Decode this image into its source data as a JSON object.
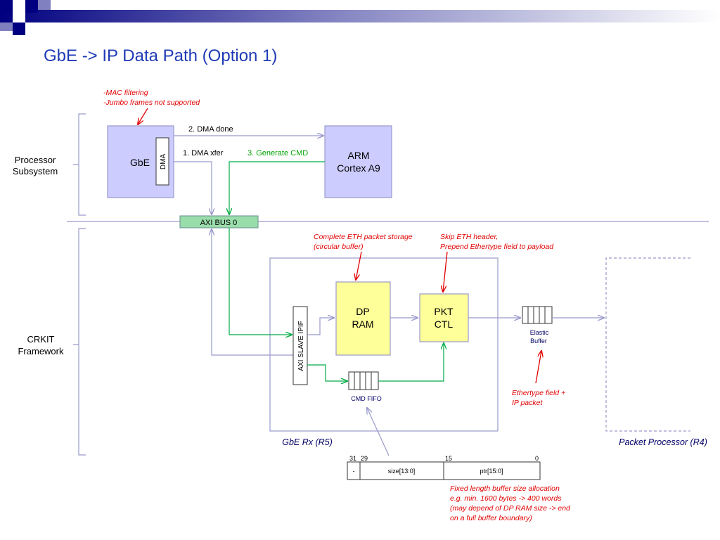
{
  "title": "GbE -> IP Data Path (Option 1)",
  "theme": {
    "title_color": "#1f3bb5",
    "block_purple": "#ccccff",
    "block_yellow": "#ffff99",
    "bus_green": "#99ddaa",
    "line_gray": "#9999cc",
    "line_green": "#00aa44",
    "note_red": "#e00000"
  },
  "sections": {
    "processor": [
      "Processor",
      "Subsystem"
    ],
    "crkit": [
      "CRKIT",
      "Framework"
    ]
  },
  "blocks": {
    "gbe": "GbE",
    "dma": "DMA",
    "arm": [
      "ARM",
      "Cortex A9"
    ],
    "axi_bus": "AXI BUS 0",
    "axi_slave": "AXI SLAVE IPIF",
    "dp_ram": [
      "DP",
      "RAM"
    ],
    "pkt_ctl": [
      "PKT",
      "CTL"
    ],
    "elastic_buffer": [
      "Elastic",
      "Buffer"
    ],
    "cmd_fifo": "CMD FIFO"
  },
  "flows": {
    "dma_done": "2. DMA done",
    "dma_xfer": "1. DMA xfer",
    "generate_cmd": "3. Generate CMD"
  },
  "notes": {
    "mac": [
      "-MAC filtering",
      "-Jumbo frames not supported"
    ],
    "dp_ram": [
      "Complete ETH packet storage",
      "(circular buffer)"
    ],
    "pkt_ctl": [
      "Skip ETH header,",
      "Prepend Ethertype field to payload"
    ],
    "elastic": [
      "Ethertype field +",
      "IP packet"
    ],
    "fixed_length": [
      "Fixed length buffer size allocation",
      "e.g. min. 1600 bytes -> 400 words",
      "(may depend of DP RAM size -> end",
      "on a full buffer boundary)"
    ]
  },
  "captions": {
    "gbe_rx": "GbE  Rx (R5)",
    "packet_processor": "Packet Processor (R4)"
  },
  "cmd_word": {
    "bits": [
      "31",
      "29",
      "15",
      "0"
    ],
    "fields": [
      "-",
      "size[13:0]",
      "ptr[15:0]"
    ]
  }
}
